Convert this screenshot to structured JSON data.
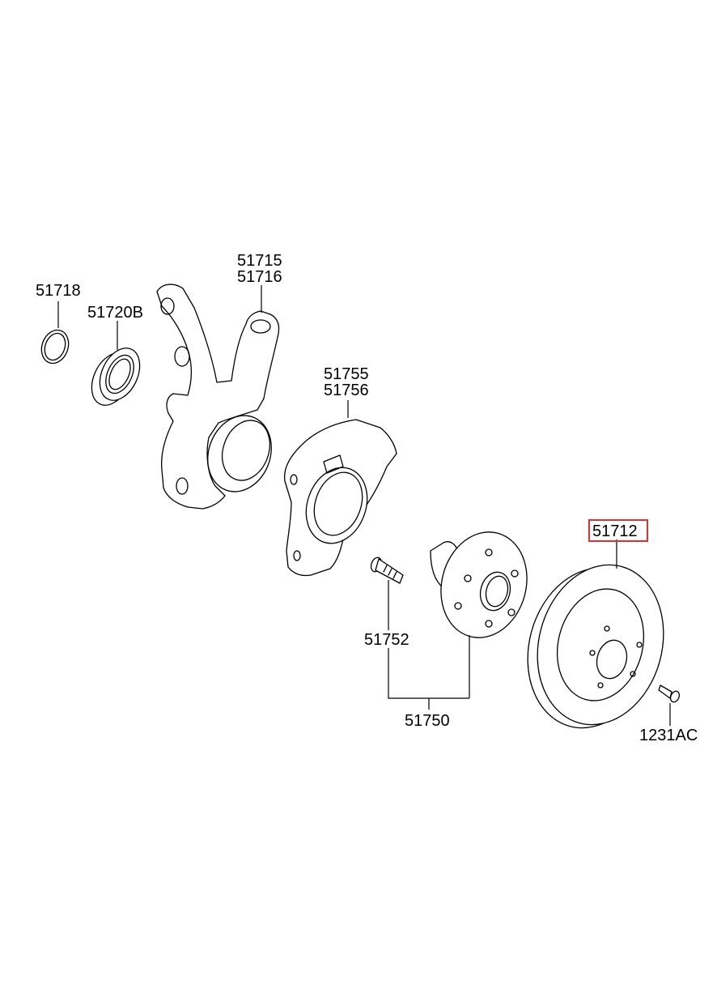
{
  "diagram": {
    "parts": [
      {
        "id": "p51718",
        "labels": [
          "51718"
        ]
      },
      {
        "id": "p51720b",
        "labels": [
          "51720B"
        ]
      },
      {
        "id": "p51715",
        "labels": [
          "51715",
          "51716"
        ]
      },
      {
        "id": "p51755",
        "labels": [
          "51755",
          "51756"
        ]
      },
      {
        "id": "p51752",
        "labels": [
          "51752"
        ]
      },
      {
        "id": "p51750",
        "labels": [
          "51750"
        ]
      },
      {
        "id": "p51712",
        "labels": [
          "51712"
        ],
        "highlighted": true
      },
      {
        "id": "p1231ac",
        "labels": [
          "1231AC"
        ]
      }
    ]
  },
  "colors": {
    "line": "#000000",
    "background": "#ffffff",
    "highlight": "#e03030"
  }
}
